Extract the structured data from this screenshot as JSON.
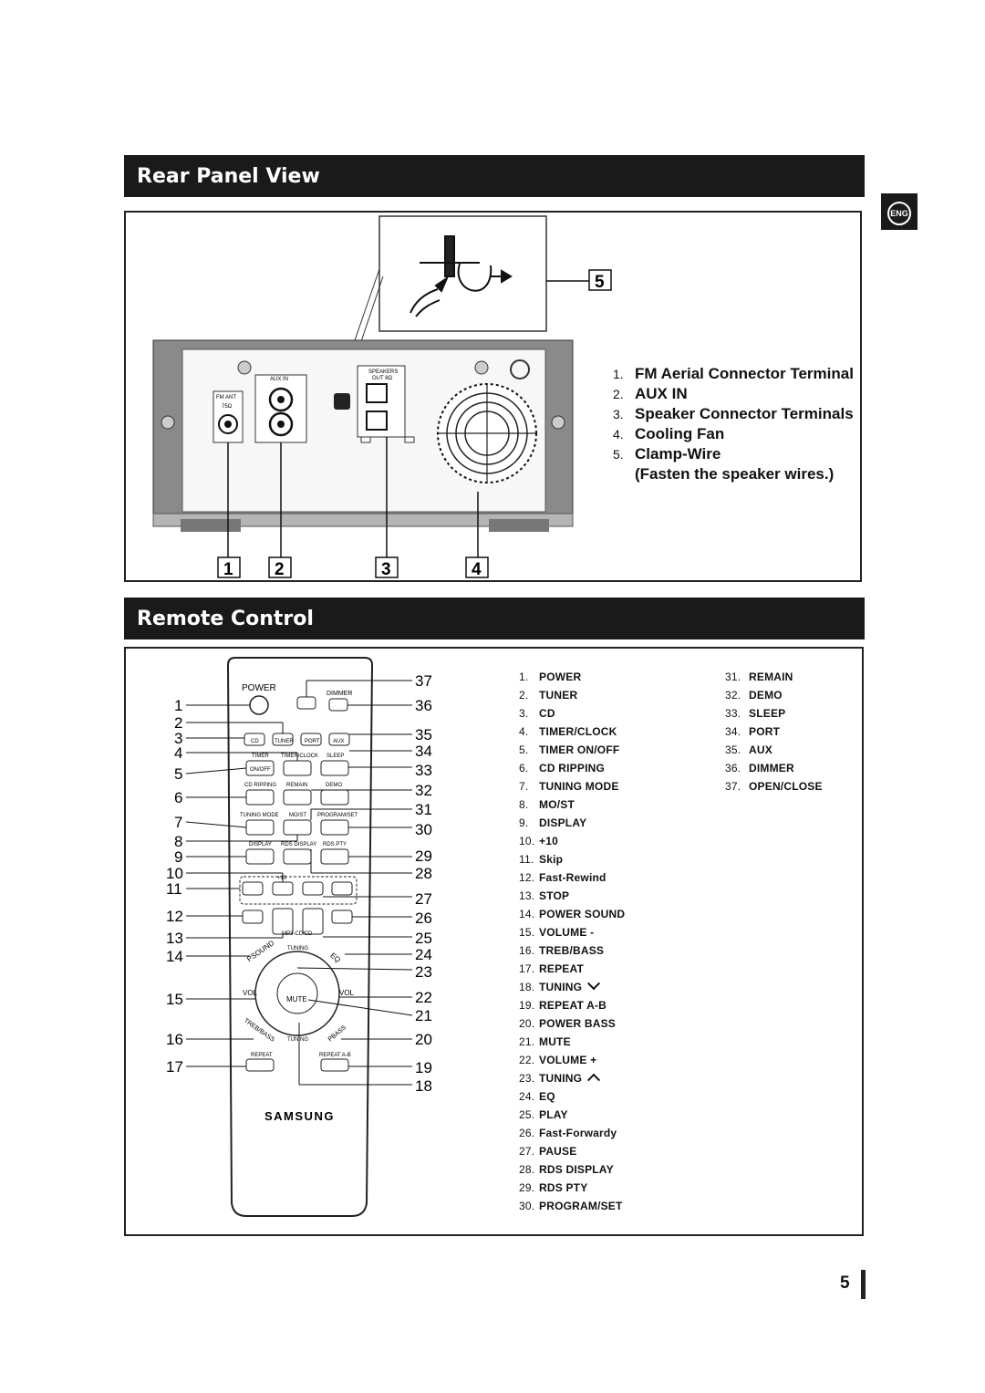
{
  "side_tab": {
    "label": "ENG"
  },
  "rear_panel": {
    "title": "Rear Panel View",
    "items": [
      {
        "num": "1.",
        "text": "FM Aerial Connector Terminal"
      },
      {
        "num": "2.",
        "text": "AUX IN"
      },
      {
        "num": "3.",
        "text": "Speaker Connector Terminals"
      },
      {
        "num": "4.",
        "text": "Cooling Fan"
      },
      {
        "num": "5.",
        "text": "Clamp-Wire"
      }
    ],
    "note": "(Fasten the speaker wires.)",
    "callouts": [
      "1",
      "2",
      "3",
      "4",
      "5"
    ],
    "device_labels": {
      "fm_ant": "FM ANT",
      "fm_ant_ohm": "75Ω",
      "aux_in": "AUX IN",
      "speakers": "SPEAKERS",
      "speakers_out": "OUT 8Ω"
    }
  },
  "remote": {
    "title": "Remote Control",
    "brand": "SAMSUNG",
    "button_labels": {
      "power": "POWER",
      "dimmer": "DIMMER",
      "cd": "CD",
      "tuner": "TUNER",
      "port": "PORT",
      "aux": "AUX",
      "timer": "TIMER",
      "timer_clock": "TIMER/CLOCK",
      "sleep": "SLEEP",
      "on_off": "ON/OFF",
      "cd_ripping": "CD RIPPING",
      "remain": "REMAIN",
      "demo": "DEMO",
      "tuning_mode": "TUNING MODE",
      "mo_st": "MO/ST",
      "program_set": "PROGRAM/SET",
      "display": "DISPLAY",
      "rds_display": "RDS DISPLAY",
      "rds_pty": "RDS PTY",
      "plus10": "+10",
      "mp3_cd": "MP3-CD/CD",
      "psound": "PSOUND",
      "eq": "EQ",
      "tuning": "TUNING",
      "vol": "VOL",
      "mute": "MUTE",
      "treb_bass": "TREB/BASS",
      "pbass": "PBASS",
      "repeat": "REPEAT",
      "repeat_ab": "REPEAT A-B"
    },
    "callouts_left": [
      "1",
      "2",
      "3",
      "4",
      "5",
      "6",
      "7",
      "8",
      "9",
      "10",
      "11",
      "12",
      "13",
      "14",
      "15",
      "16",
      "17"
    ],
    "callouts_right": [
      "37",
      "36",
      "35",
      "34",
      "33",
      "32",
      "31",
      "30",
      "29",
      "28",
      "27",
      "26",
      "25",
      "24",
      "23",
      "22",
      "21",
      "20",
      "19",
      "18"
    ],
    "items_col1": [
      {
        "num": "1.",
        "text": "POWER"
      },
      {
        "num": "2.",
        "text": "TUNER"
      },
      {
        "num": "3.",
        "text": "CD"
      },
      {
        "num": "4.",
        "text": "TIMER/CLOCK"
      },
      {
        "num": "5.",
        "text": "TIMER ON/OFF"
      },
      {
        "num": "6.",
        "text": "CD RIPPING"
      },
      {
        "num": "7.",
        "text": "TUNING MODE"
      },
      {
        "num": "8.",
        "text": "MO/ST"
      },
      {
        "num": "9.",
        "text": "DISPLAY"
      },
      {
        "num": "10.",
        "text": "+10"
      },
      {
        "num": "11.",
        "text": "Skip"
      },
      {
        "num": "12.",
        "text": "Fast-Rewind"
      },
      {
        "num": "13.",
        "text": "STOP"
      },
      {
        "num": "14.",
        "text": "POWER SOUND"
      },
      {
        "num": "15.",
        "text": "VOLUME -"
      },
      {
        "num": "16.",
        "text": "TREB/BASS"
      },
      {
        "num": "17.",
        "text": "REPEAT"
      },
      {
        "num": "18.",
        "text": "TUNING"
      },
      {
        "num": "19.",
        "text": "REPEAT A-B"
      },
      {
        "num": "20.",
        "text": "POWER BASS"
      },
      {
        "num": "21.",
        "text": "MUTE"
      },
      {
        "num": "22.",
        "text": "VOLUME +"
      },
      {
        "num": "23.",
        "text": "TUNING"
      },
      {
        "num": "24.",
        "text": "EQ"
      },
      {
        "num": "25.",
        "text": "PLAY"
      },
      {
        "num": "26.",
        "text": "Fast-Forwardy"
      },
      {
        "num": "27.",
        "text": "PAUSE"
      },
      {
        "num": "28.",
        "text": "RDS DISPLAY"
      },
      {
        "num": "29.",
        "text": "RDS PTY"
      },
      {
        "num": "30.",
        "text": "PROGRAM/SET"
      }
    ],
    "items_col2": [
      {
        "num": "31.",
        "text": "REMAIN"
      },
      {
        "num": "32.",
        "text": "DEMO"
      },
      {
        "num": "33.",
        "text": "SLEEP"
      },
      {
        "num": "34.",
        "text": "PORT"
      },
      {
        "num": "35.",
        "text": "AUX"
      },
      {
        "num": "36.",
        "text": "DIMMER"
      },
      {
        "num": "37.",
        "text": "OPEN/CLOSE"
      }
    ]
  },
  "page_number": "5"
}
